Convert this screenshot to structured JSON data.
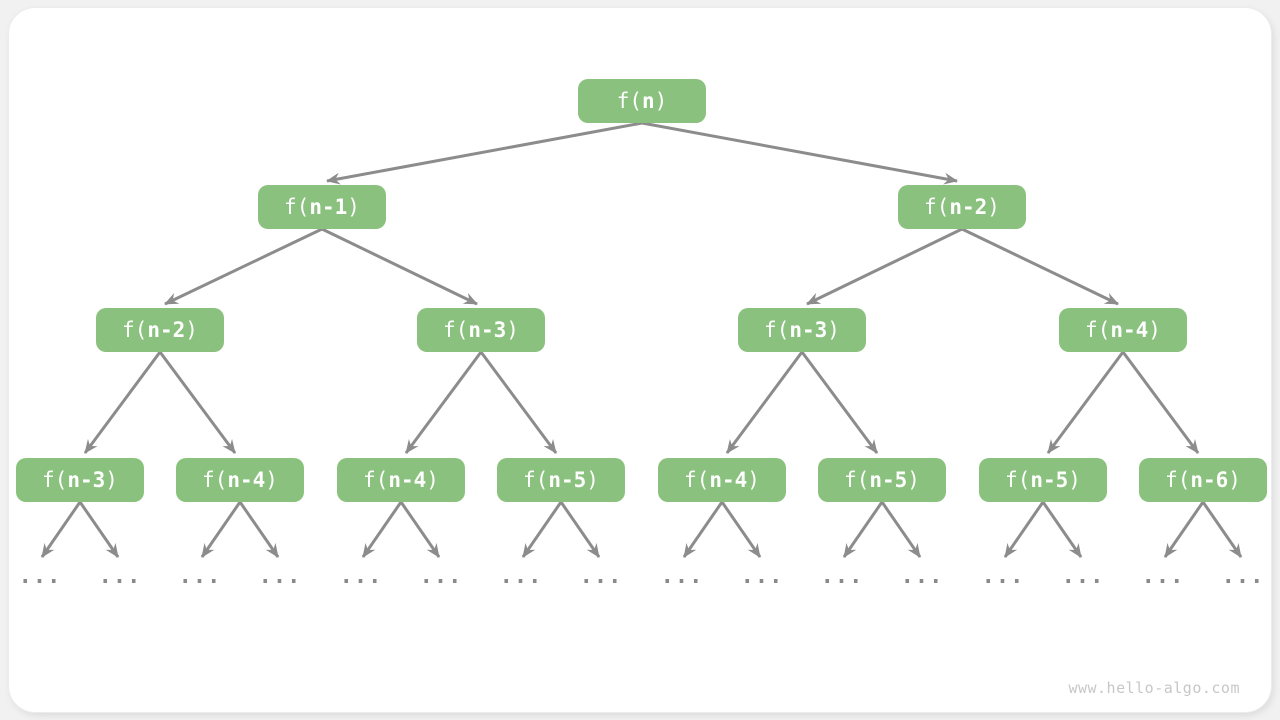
{
  "diagram_type": "recursion-tree",
  "colors": {
    "node_fill": "#8bc17e",
    "node_text": "#ffffff",
    "arrow": "#8c8c8c",
    "leaf_dots": "#8a8a8a",
    "panel_background": "#ffffff",
    "page_background": "#f1f1f1",
    "watermark": "#c7c7c7"
  },
  "watermark": "www.hello-algo.com",
  "nodes": [
    {
      "id": "root",
      "level": 1,
      "pre": "f(",
      "arg": "n",
      "post": ")"
    },
    {
      "id": "l2-a",
      "level": 2,
      "pre": "f(",
      "arg": "n-1",
      "post": ")"
    },
    {
      "id": "l2-b",
      "level": 2,
      "pre": "f(",
      "arg": "n-2",
      "post": ")"
    },
    {
      "id": "l3-a",
      "level": 3,
      "pre": "f(",
      "arg": "n-2",
      "post": ")"
    },
    {
      "id": "l3-b",
      "level": 3,
      "pre": "f(",
      "arg": "n-3",
      "post": ")"
    },
    {
      "id": "l3-c",
      "level": 3,
      "pre": "f(",
      "arg": "n-3",
      "post": ")"
    },
    {
      "id": "l3-d",
      "level": 3,
      "pre": "f(",
      "arg": "n-4",
      "post": ")"
    },
    {
      "id": "l4-a",
      "level": 4,
      "pre": "f(",
      "arg": "n-3",
      "post": ")"
    },
    {
      "id": "l4-b",
      "level": 4,
      "pre": "f(",
      "arg": "n-4",
      "post": ")"
    },
    {
      "id": "l4-c",
      "level": 4,
      "pre": "f(",
      "arg": "n-4",
      "post": ")"
    },
    {
      "id": "l4-d",
      "level": 4,
      "pre": "f(",
      "arg": "n-5",
      "post": ")"
    },
    {
      "id": "l4-e",
      "level": 4,
      "pre": "f(",
      "arg": "n-4",
      "post": ")"
    },
    {
      "id": "l4-f",
      "level": 4,
      "pre": "f(",
      "arg": "n-5",
      "post": ")"
    },
    {
      "id": "l4-g",
      "level": 4,
      "pre": "f(",
      "arg": "n-5",
      "post": ")"
    },
    {
      "id": "l4-h",
      "level": 4,
      "pre": "f(",
      "arg": "n-6",
      "post": ")"
    }
  ],
  "edges": [
    [
      "root",
      "l2-a"
    ],
    [
      "root",
      "l2-b"
    ],
    [
      "l2-a",
      "l3-a"
    ],
    [
      "l2-a",
      "l3-b"
    ],
    [
      "l2-b",
      "l3-c"
    ],
    [
      "l2-b",
      "l3-d"
    ],
    [
      "l3-a",
      "l4-a"
    ],
    [
      "l3-a",
      "l4-b"
    ],
    [
      "l3-b",
      "l4-c"
    ],
    [
      "l3-b",
      "l4-d"
    ],
    [
      "l3-c",
      "l4-e"
    ],
    [
      "l3-c",
      "l4-f"
    ],
    [
      "l3-d",
      "l4-g"
    ],
    [
      "l3-d",
      "l4-h"
    ],
    [
      "l4-a",
      "..."
    ],
    [
      "l4-a",
      "..."
    ],
    [
      "l4-b",
      "..."
    ],
    [
      "l4-b",
      "..."
    ],
    [
      "l4-c",
      "..."
    ],
    [
      "l4-c",
      "..."
    ],
    [
      "l4-d",
      "..."
    ],
    [
      "l4-d",
      "..."
    ],
    [
      "l4-e",
      "..."
    ],
    [
      "l4-e",
      "..."
    ],
    [
      "l4-f",
      "..."
    ],
    [
      "l4-f",
      "..."
    ],
    [
      "l4-g",
      "..."
    ],
    [
      "l4-g",
      "..."
    ],
    [
      "l4-h",
      "..."
    ],
    [
      "l4-h",
      "..."
    ]
  ],
  "leaves": [
    "...",
    "...",
    "...",
    "...",
    "...",
    "...",
    "...",
    "...",
    "...",
    "...",
    "...",
    "...",
    "...",
    "...",
    "...",
    "..."
  ]
}
